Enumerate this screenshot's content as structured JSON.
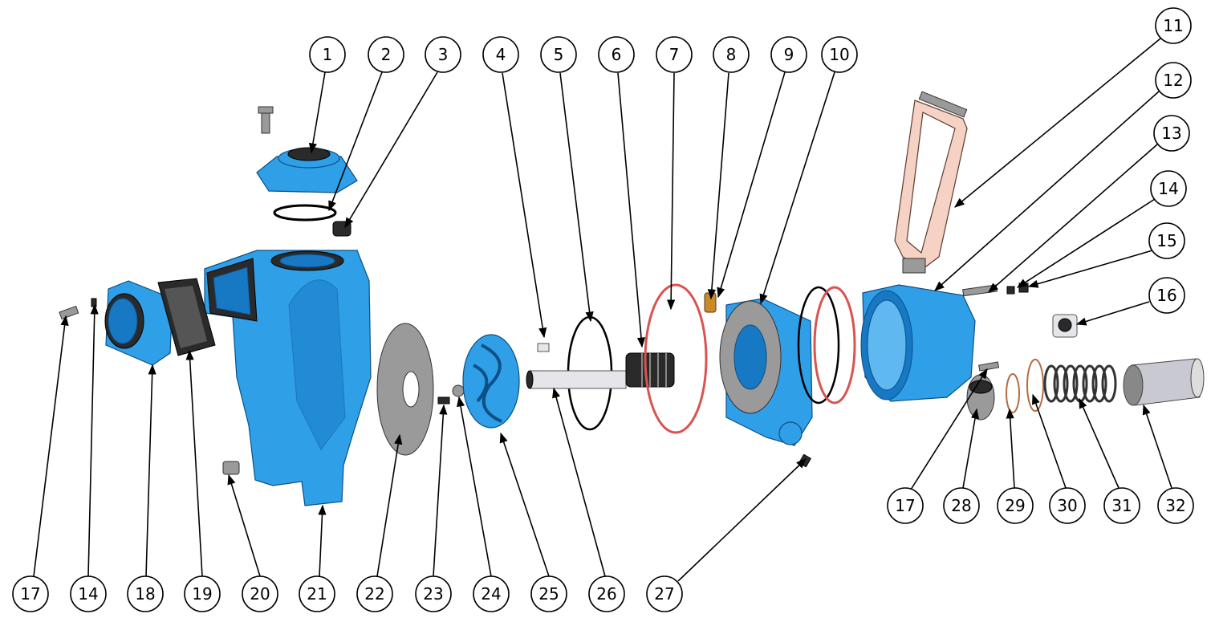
{
  "title": "Pump exploded view",
  "colors": {
    "body": "#2f9fe8",
    "gasket": "#d9534f",
    "handle": "#f6d2c4",
    "plate": "#9a9a9a"
  },
  "balloons": [
    "1",
    "2",
    "3",
    "4",
    "5",
    "6",
    "7",
    "8",
    "9",
    "10",
    "11",
    "12",
    "13",
    "14",
    "15",
    "16",
    "17",
    "14",
    "18",
    "19",
    "20",
    "21",
    "22",
    "23",
    "24",
    "25",
    "26",
    "27",
    "17",
    "28",
    "29",
    "30",
    "31",
    "32"
  ]
}
